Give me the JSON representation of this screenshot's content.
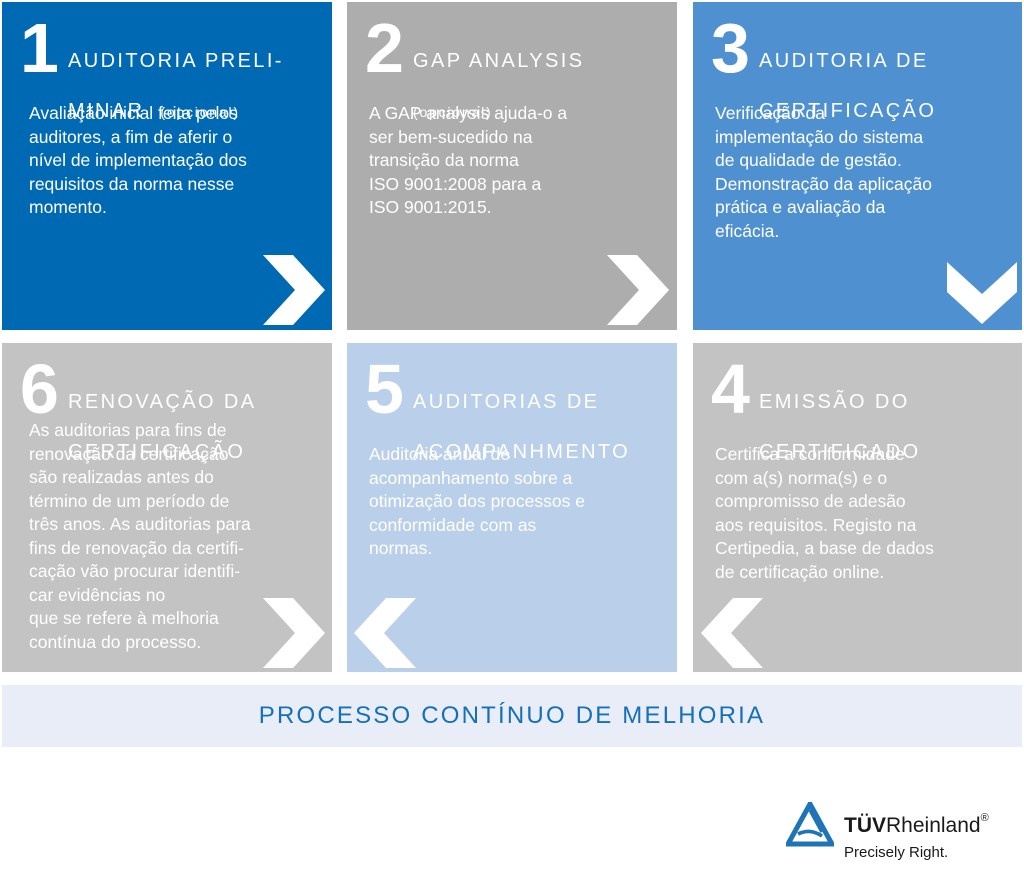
{
  "colors": {
    "dark_blue": "#0069b4",
    "mid_blue": "#4f91d0",
    "light_blue": "#bacfea",
    "gray_dark": "#adadad",
    "gray_light": "#c3c3c3",
    "banner_bg": "#e9edf8",
    "banner_text": "#1570b8",
    "logo_blue": "#1f73b7"
  },
  "steps": [
    {
      "number": "1",
      "title_line1": "AUDITORIA PRELI-",
      "title_line2": "MINAR",
      "optional": "(opcional)",
      "body": "Avaliação inicial feita pelos\nauditores, a fim de aferir o\nnível de implementação dos\nrequisitos da norma nesse\nmomento.",
      "arrow": "chevron-right"
    },
    {
      "number": "2",
      "title_line1": "GAP ANALYSIS",
      "optional": "(opcional)",
      "body": "A GAP analysis ajuda-o a\nser bem-sucedido na\ntransição da norma\nISO 9001:2008 para a\nISO 9001:2015.",
      "arrow": "chevron-right"
    },
    {
      "number": "3",
      "title_line1": "AUDITORIA DE",
      "title_line2": "CERTIFICAÇÃO",
      "body": "Verificação da\nimplementação do sistema\nde qualidade de gestão.\nDemonstração da aplicação\nprática e avaliação da\neficácia.",
      "arrow": "chevron-down"
    },
    {
      "number": "4",
      "title_line1": "EMISSÃO DO",
      "title_line2": "CERTIFICADO",
      "body": "Certifica a conformidade\ncom a(s) norma(s) e o\ncompromisso de adesão\naos requisitos. Registo na\nCertipedia, a base de dados\nde certificação online.",
      "arrow": "chevron-left"
    },
    {
      "number": "5",
      "title_line1": "AUDITORIAS DE",
      "title_line2": "ACOMPANHMENTO",
      "body": "Auditoria anual de\nacompanhamento sobre a\notimização dos processos e\nconformidade com as\nnormas.",
      "arrow": "chevron-left"
    },
    {
      "number": "6",
      "title_line1": "RENOVAÇÃO DA",
      "title_line2": "CERTIFICAÇÃO",
      "body": "As auditorias para fins de\nrenovação da certificação\nsão realizadas antes do\ntérmino de um período de\ntrês anos. As auditorias para\nfins de renovação da certifi-\ncação vão procurar identifi-\ncar evidências no\nque se refere à melhoria\ncontínua do processo.",
      "arrow": "chevron-right"
    }
  ],
  "banner": {
    "label": "PROCESSO CONTÍNUO DE MELHORIA"
  },
  "logo": {
    "brand_bold": "TÜV",
    "brand_regular": "Rheinland",
    "registered": "®",
    "tagline": "Precisely Right."
  }
}
